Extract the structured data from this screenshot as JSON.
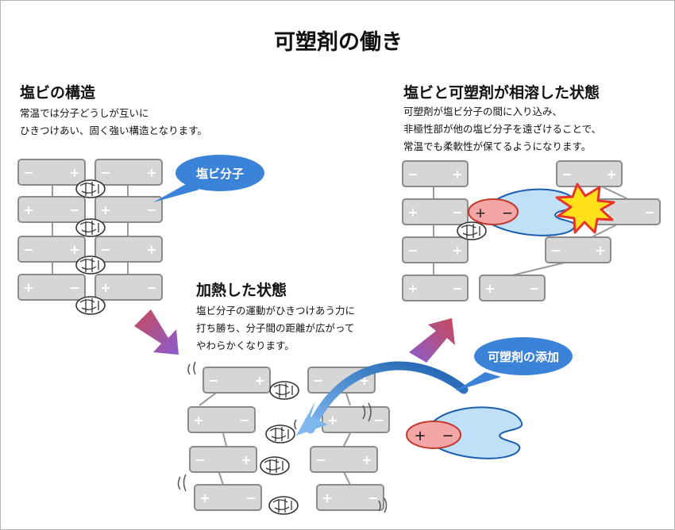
{
  "title": "可塑剤の働き",
  "section_pvc": {
    "heading": "塩ビの構造",
    "desc_line1": "常温では分子どうしが互いに",
    "desc_line2": "ひきつけあい、固く強い構造となります。",
    "bubble": "塩ビ分子"
  },
  "section_heat": {
    "heading": "加熱した状態",
    "desc_line1": "塩ビ分子の運動がひきつけあう力に",
    "desc_line2": "打ち勝ち、分子間の距離が広がって",
    "desc_line3": "やわらかくなります。"
  },
  "section_mix": {
    "heading": "塩ビと可塑剤が相溶した状態",
    "desc_line1": "可塑剤が塩ビ分子の間に入り込み、",
    "desc_line2": "非極性部が他の塩ビ分子を遠ざけることで、",
    "desc_line3": "常温でも柔軟性が保てるようになります。"
  },
  "plasticizer_bubble": "可塑剤の添加",
  "plus_symbol": "+",
  "minus_symbol": "−",
  "colors": {
    "molecule_fill": "#d6d6d6",
    "molecule_stroke": "#8a8a8a",
    "bubble_blue": "#3b82d9",
    "plasticizer_polar": "#f4a6a6",
    "plasticizer_nonpolar": "#bfe0f7",
    "arrow_gradient_start": "#c84a5a",
    "arrow_gradient_end": "#8a5cd0",
    "spark_red": "#e8352a",
    "spark_yellow": "#ffe11a"
  }
}
